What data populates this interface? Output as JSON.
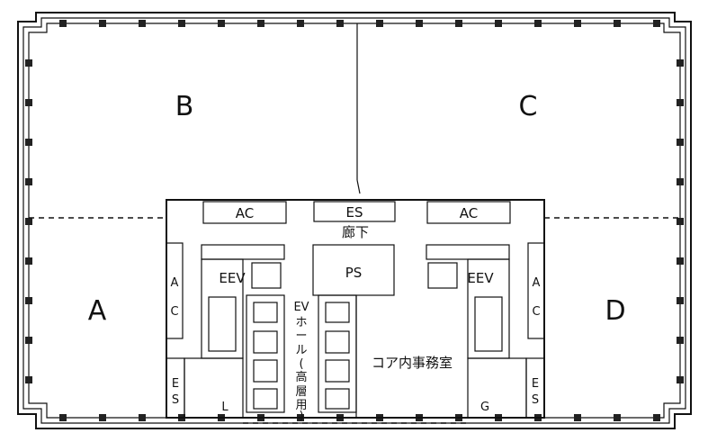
{
  "zones": {
    "a": "A",
    "b": "B",
    "c": "C",
    "d": "D"
  },
  "rooms": {
    "ac_top_left": "AC",
    "es_top": "ES",
    "ac_top_right": "AC",
    "corridor": "廊下",
    "eev_left": "EEV",
    "ps": "PS",
    "eev_right": "EEV",
    "ac_side_left": [
      "A",
      "C"
    ],
    "ac_side_right": [
      "A",
      "C"
    ],
    "ev_hall": [
      "EV",
      "ホ",
      "ー",
      "ル",
      "(",
      "高",
      "層",
      "用",
      ")"
    ],
    "core_office": "コア内事務室",
    "es_left": [
      "E",
      "S"
    ],
    "es_right": [
      "E",
      "S"
    ],
    "lavatory_l": "L",
    "lavatory_g": "G"
  }
}
